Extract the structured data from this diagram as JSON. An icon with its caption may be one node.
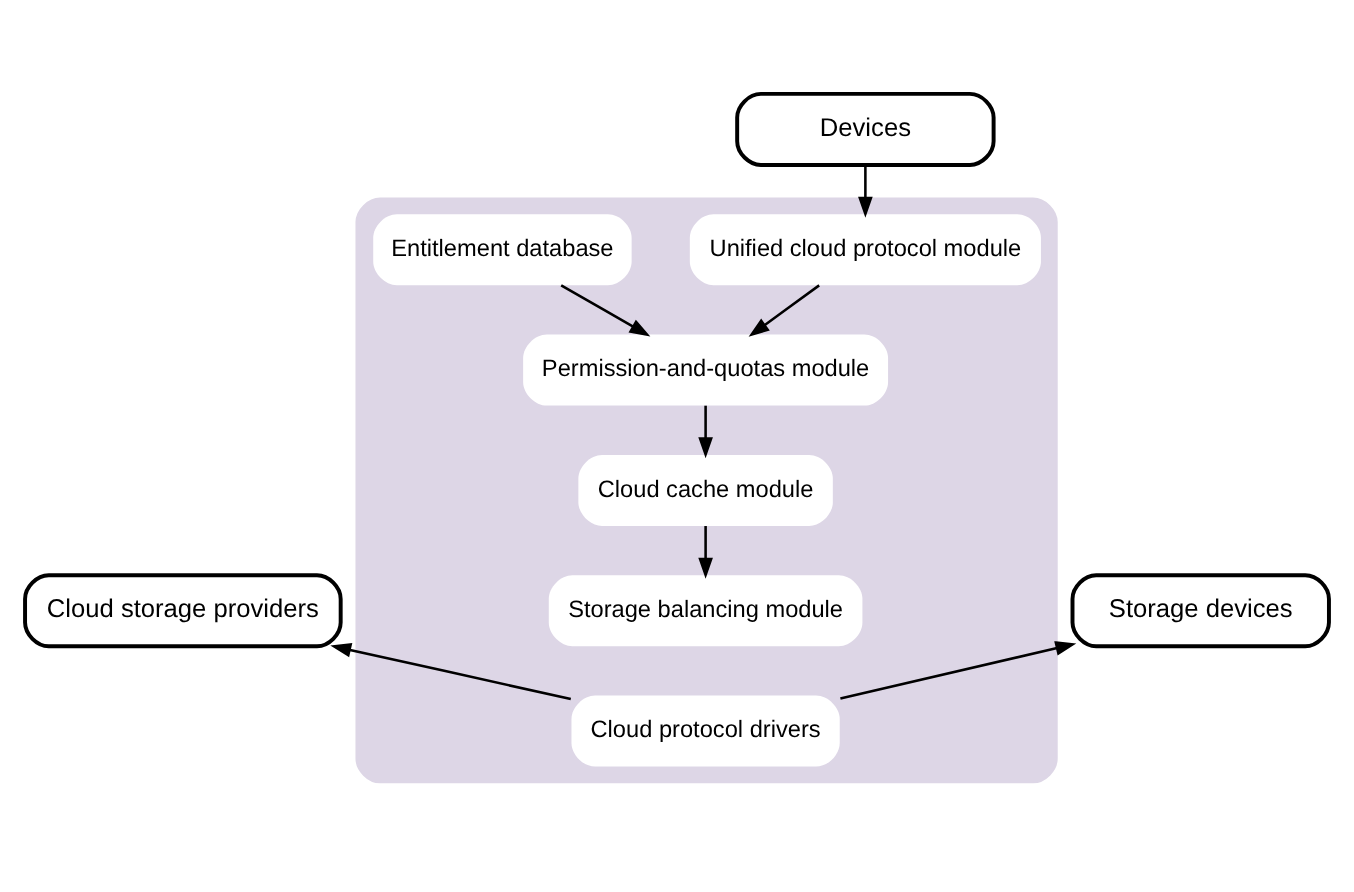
{
  "diagram": {
    "nodes": [
      {
        "text": [],
        "shape": "box"
      },
      {
        "text": [
          "Devices"
        ]
      },
      {
        "text": [
          "Unified cloud protocol module"
        ],
        "in": 0
      },
      {
        "text": [
          "Entitlement database"
        ],
        "in": 0
      },
      {
        "text": [
          "Permission-and-quotas module"
        ],
        "in": 0
      },
      {
        "text": [
          "Cloud storage providers"
        ]
      },
      {
        "text": [
          "Cloud cache module"
        ],
        "in": 0
      },
      {
        "text": [
          "Storage devices"
        ]
      },
      {
        "text": [
          "Storage balancing module"
        ],
        "in": 0
      },
      {
        "text": [
          "Cloud protocol drivers"
        ],
        "in": 0
      }
    ],
    "edges": [
      {
        "from": 1,
        "to": 2,
        "arrow": "to"
      },
      {
        "from": 2,
        "to": 4,
        "arrow": "to"
      },
      {
        "from": 3,
        "to": 4,
        "arrow": "to"
      },
      {
        "from": 4,
        "to": 6,
        "arrow": "to"
      },
      {
        "from": 6,
        "to": 8,
        "arrow": "to"
      },
      {
        "from": 9,
        "to": 5,
        "arrow": "to"
      },
      {
        "from": 9,
        "to": 7,
        "arrow": "to"
      }
    ]
  }
}
